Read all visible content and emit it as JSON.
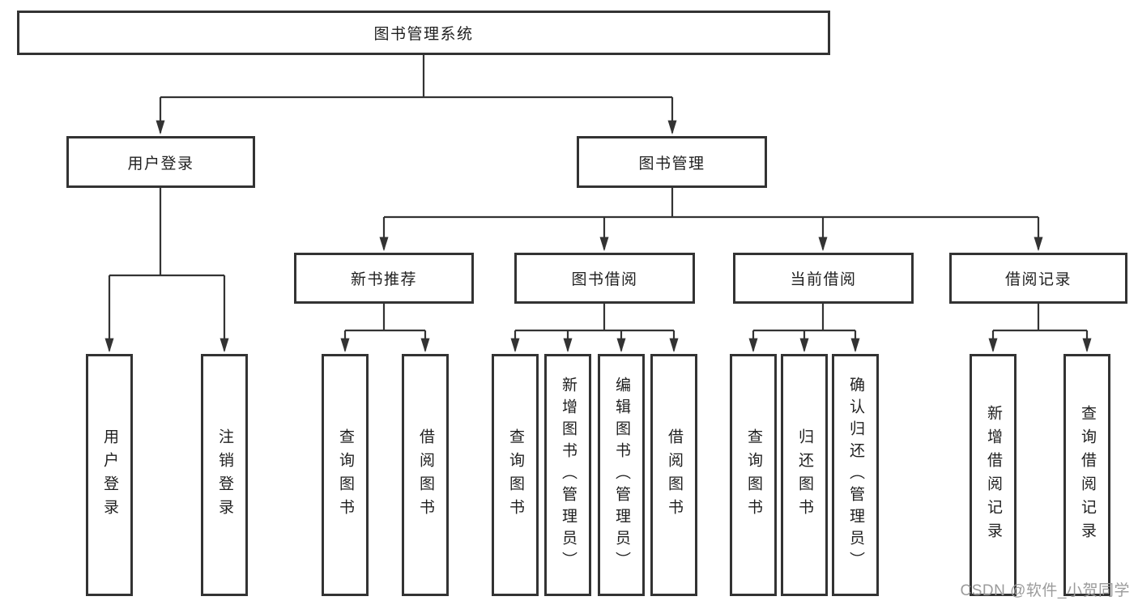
{
  "diagram": {
    "title": "图书管理系统",
    "nodes": {
      "root": "图书管理系统",
      "user_login": "用户登录",
      "book_mgmt": "图书管理",
      "new_book_rec": "新书推荐",
      "book_borrow": "图书借阅",
      "current_borrow": "当前借阅",
      "borrow_records": "借阅记录",
      "leaf_user_login": "用户登录",
      "leaf_logout": "注销登录",
      "leaf_nb_query": "查询图书",
      "leaf_nb_borrow": "借阅图书",
      "leaf_bb_query": "查询图书",
      "leaf_bb_add": "新增图书（管理员）",
      "leaf_bb_edit": "编辑图书（管理员）",
      "leaf_bb_borrow": "借阅图书",
      "leaf_cb_query": "查询图书",
      "leaf_cb_return": "归还图书",
      "leaf_cb_confirm": "确认归还（管理员）",
      "leaf_br_add": "新增借阅记录",
      "leaf_br_query": "查询借阅记录"
    }
  },
  "watermark": "CSDN @软件_小贺同学",
  "colors": {
    "line": "#333333",
    "border": "#333333",
    "text": "#1f1f1f",
    "watermark": "#9b9b9b",
    "background": "#ffffff"
  }
}
